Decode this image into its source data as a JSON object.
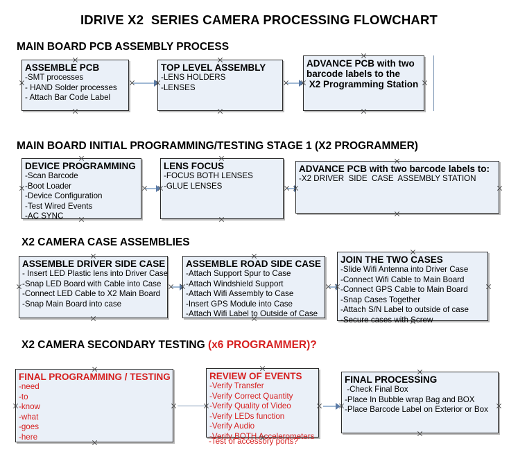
{
  "title": "IDRIVE X2  SERIES CAMERA PROCESSING FLOWCHART",
  "colors": {
    "box_fill": "#eaf0f8",
    "box_border": "#2b2b2b",
    "connector": "#9fb8d4",
    "accent_red": "#d61f1f",
    "text": "#000000"
  },
  "sections": [
    {
      "heading": "MAIN BOARD PCB ASSEMBLY PROCESS",
      "heading_accent": "",
      "boxes": [
        {
          "title": "ASSEMBLE PCB",
          "lines": [
            "-SMT processes",
            "- HAND Solder processes",
            "- Attach Bar Code Label"
          ],
          "color": "black"
        },
        {
          "title": "TOP LEVEL ASSEMBLY",
          "lines": [
            "-LENS HOLDERS",
            "-LENSES"
          ],
          "color": "black"
        },
        {
          "title": "ADVANCE PCB with two",
          "lines": [
            "barcode labels to the",
            " X2 Programming Station"
          ],
          "color": "black",
          "title_is_multiline": true
        }
      ]
    },
    {
      "heading": "MAIN BOARD INITIAL PROGRAMMING/TESTING STAGE 1 (X2 PROGRAMMER)",
      "heading_accent": "",
      "boxes": [
        {
          "title": "DEVICE PROGRAMMING",
          "lines": [
            "-Scan Barcode",
            "-Boot Loader",
            "-Device Configuration",
            "-Test Wired Events",
            "-AC SYNC"
          ],
          "color": "black"
        },
        {
          "title": "LENS FOCUS",
          "lines": [
            "-FOCUS BOTH LENSES",
            "-GLUE LENSES"
          ],
          "color": "black"
        },
        {
          "title": "ADVANCE PCB with two barcode labels to:",
          "lines": [
            "-X2 DRIVER  SIDE  CASE  ASSEMBLY STATION"
          ],
          "color": "black"
        }
      ]
    },
    {
      "heading": "X2 CAMERA CASE ASSEMBLIES",
      "heading_accent": "",
      "boxes": [
        {
          "title": "ASSEMBLE DRIVER SIDE CASE",
          "lines": [
            "- Insert LED Plastic lens into Driver Case",
            "-Snap LED Board with Cable into Case",
            "-Connect LED Cable to X2 Main Board",
            "-Snap Main Board into case"
          ],
          "color": "black"
        },
        {
          "title": "ASSEMBLE ROAD SIDE CASE",
          "lines": [
            "-Attach Support Spur to Case",
            "-Attach Windshield Support",
            "-Attach Wifi Assembly to Case",
            "-Insert GPS Module into Case",
            "-Attach Wifi Label to Outside of Case"
          ],
          "color": "black"
        },
        {
          "title": "JOIN THE TWO CASES",
          "lines": [
            "-Slide Wifi Antenna into Driver Case",
            "-Connect Wifi Cable to Main Board",
            "-Connect GPS Cable to Main Board",
            "-Snap Cases Together",
            "-Attach S/N Label to outside of case",
            "-Secure cases with Screw"
          ],
          "color": "black"
        }
      ]
    },
    {
      "heading": "X2 CAMERA SECONDARY TESTING ",
      "heading_accent": "(x6 PROGRAMMER)?",
      "boxes": [
        {
          "title": "FINAL PROGRAMMING / TESTING",
          "lines": [
            "-need",
            "-to",
            "-know",
            "-what",
            "-goes",
            "-here"
          ],
          "color": "red"
        },
        {
          "title": "REVIEW OF EVENTS",
          "lines": [
            "-Verify Transfer",
            "-Verify Correct Quantity",
            "-Verify Quality of Video",
            "-Verify LEDs function",
            "-Verify Audio",
            "-Verify BOTH Accelerometers"
          ],
          "overflow_line": "-Test of accessory ports?",
          "color": "red"
        },
        {
          "title": "FINAL PROCESSING",
          "lines": [
            " -Check Final Box",
            "-Place In Bubble wrap Bag and BOX",
            "-Place Barcode Label on Exterior or Box"
          ],
          "color": "black"
        }
      ]
    }
  ]
}
